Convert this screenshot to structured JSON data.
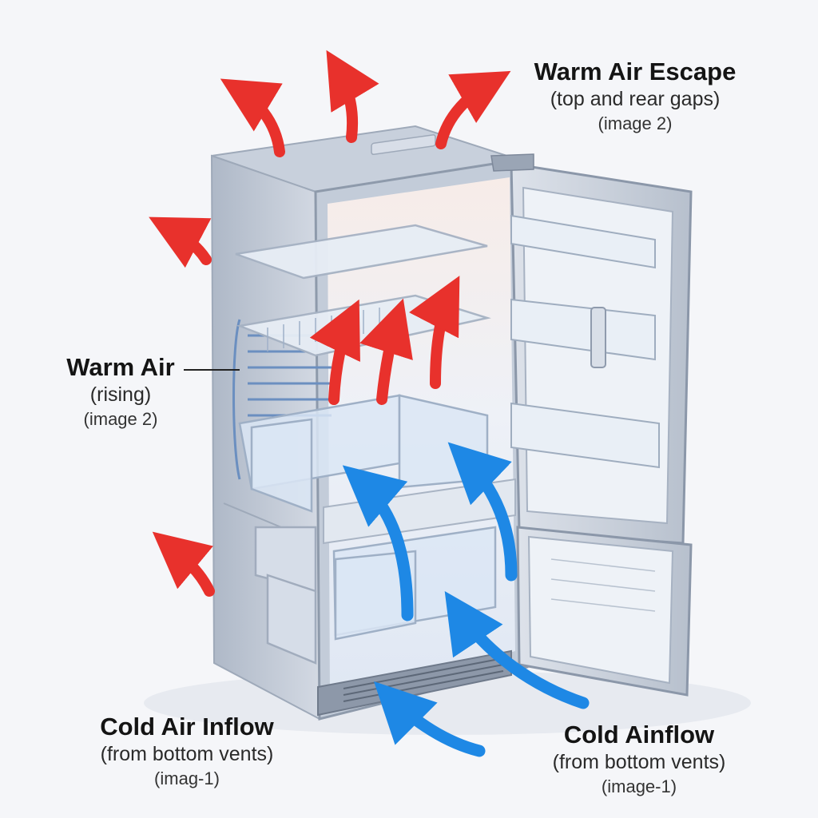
{
  "labels": {
    "warm_air_escape": {
      "title": "Warm Air Escape",
      "subtitle": "(top and rear gaps)",
      "ref": "(image 2)"
    },
    "warm_air": {
      "title": "Warm Air",
      "subtitle": "(rising)",
      "ref": "(image 2)"
    },
    "cold_air_inflow": {
      "title": "Cold Air Inflow",
      "subtitle": "(from bottom vents)",
      "ref": "(imag-1)"
    },
    "cold_ainflow": {
      "title": "Cold Ainflow",
      "subtitle": "(from bottom vents)",
      "ref": "(image-1)"
    }
  },
  "colors": {
    "warm_arrow": "#e8312c",
    "cold_arrow": "#1e88e5",
    "cabinet": "#b9c3d2",
    "door": "#c8cfdb"
  },
  "icons": {
    "warm_flow": "red-curved-arrow",
    "cold_flow": "blue-curved-arrow"
  }
}
